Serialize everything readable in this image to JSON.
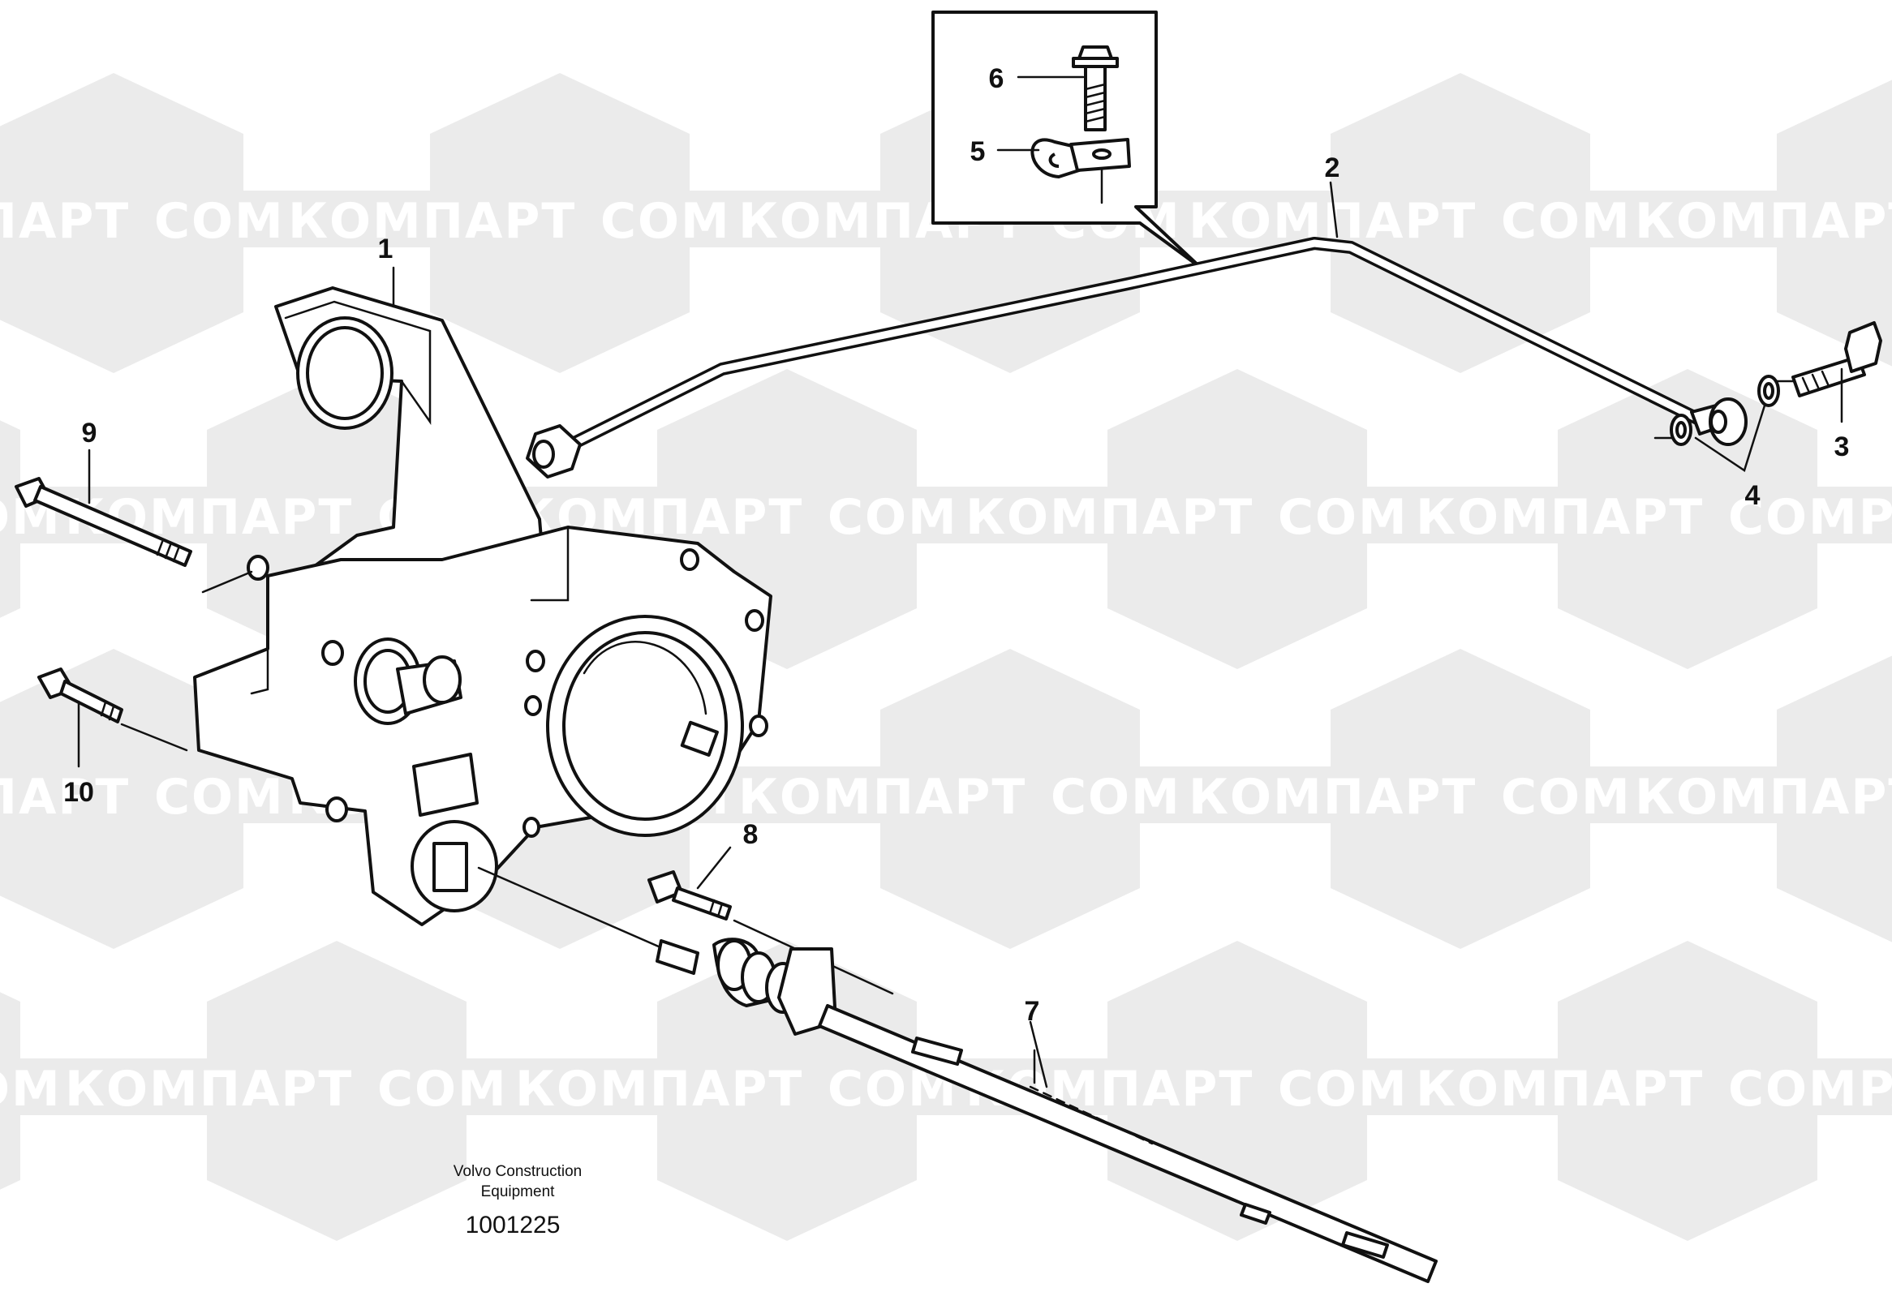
{
  "watermarks": {
    "latin": "COMPART",
    "cyrillic": "КОМПАРТ"
  },
  "callouts": [
    {
      "id": "1",
      "label": "1"
    },
    {
      "id": "2",
      "label": "2"
    },
    {
      "id": "3",
      "label": "3"
    },
    {
      "id": "4",
      "label": "4"
    },
    {
      "id": "5",
      "label": "5"
    },
    {
      "id": "6",
      "label": "6"
    },
    {
      "id": "7",
      "label": "7"
    },
    {
      "id": "8",
      "label": "8"
    },
    {
      "id": "9",
      "label": "9"
    },
    {
      "id": "10",
      "label": "10"
    }
  ],
  "footer": {
    "maker_line1": "Volvo Construction",
    "maker_line2": "Equipment",
    "document_number": "1001225"
  },
  "colors": {
    "line": "#111111",
    "watermark": "#ebebeb",
    "background": "#ffffff"
  }
}
